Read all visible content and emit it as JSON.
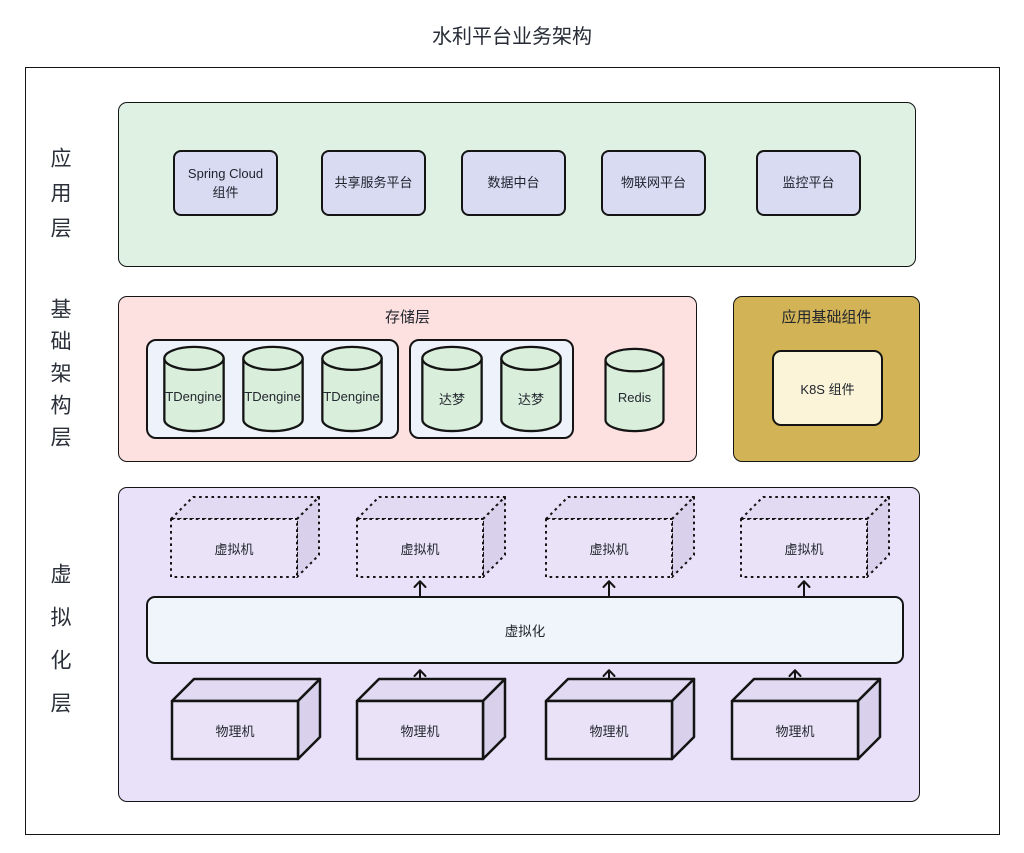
{
  "title": "水利平台业务架构",
  "side_labels": {
    "application": "应用层",
    "infrastructure": "基础架构层",
    "virtualization": "虚拟化层"
  },
  "app_layer": {
    "boxes": [
      "Spring Cloud\n组件",
      "共享服务平台",
      "数据中台",
      "物联网平台",
      "监控平台"
    ]
  },
  "storage": {
    "title": "存储层",
    "tdengine_group": [
      "TDengine",
      "TDengine",
      "TDengine"
    ],
    "dameng_group": [
      "达梦",
      "达梦"
    ],
    "standalone": "Redis"
  },
  "base_components": {
    "title": "应用基础组件",
    "inner_box": "K8S 组件"
  },
  "virtualization": {
    "vm_boxes": [
      "虚拟机",
      "虚拟机",
      "虚拟机",
      "虚拟机"
    ],
    "bar_label": "虚拟化",
    "pm_boxes": [
      "物理机",
      "物理机",
      "物理机",
      "物理机"
    ]
  },
  "colors": {
    "app_section_bg": "#def1e2",
    "app_box_bg": "#d8dbf2",
    "storage_section_bg": "#fde1e0",
    "group_bg": "#eef2fa",
    "cylinder_bg": "#d9efdc",
    "gold_section_bg": "#d2b355",
    "k8s_box_bg": "#fbf4d8",
    "virt_section_bg": "#e8e1f9",
    "box3d_front": "#eae3f8",
    "box3d_top": "#e1daf2",
    "box3d_side": "#d9d1ec",
    "bar_bg": "#f0f4fb",
    "outline": "#141414",
    "text": "#1d222b"
  }
}
